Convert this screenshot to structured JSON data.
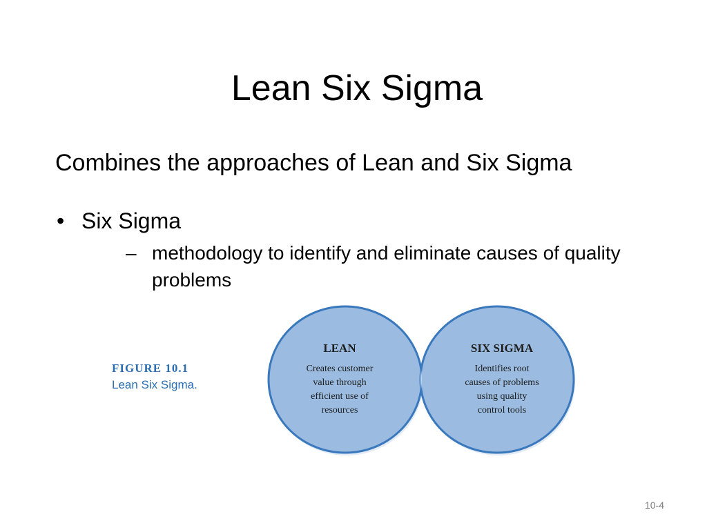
{
  "slide": {
    "title": "Lean Six Sigma",
    "intro": "Combines the approaches of Lean and Six Sigma",
    "bullet": {
      "marker": "•",
      "label": "Six Sigma",
      "sub_marker": "–",
      "sub_text": "methodology to identify and eliminate causes of quality problems"
    },
    "page_number": "10-4"
  },
  "figure": {
    "number": "FIGURE 10.1",
    "caption": "Lean Six Sigma.",
    "venn": {
      "left_title": "LEAN",
      "left_lines": [
        "Creates customer",
        "value through",
        "efficient use of",
        "resources"
      ],
      "right_title": "SIX SIGMA",
      "right_lines": [
        "Identifies root",
        "causes of problems",
        "using quality",
        "control tools"
      ]
    },
    "colors": {
      "circle_fill": "#9bbce0",
      "circle_stroke": "#3a78bd",
      "overlap_fill": "#c3d6ec",
      "caption": "#2a6db1"
    }
  }
}
